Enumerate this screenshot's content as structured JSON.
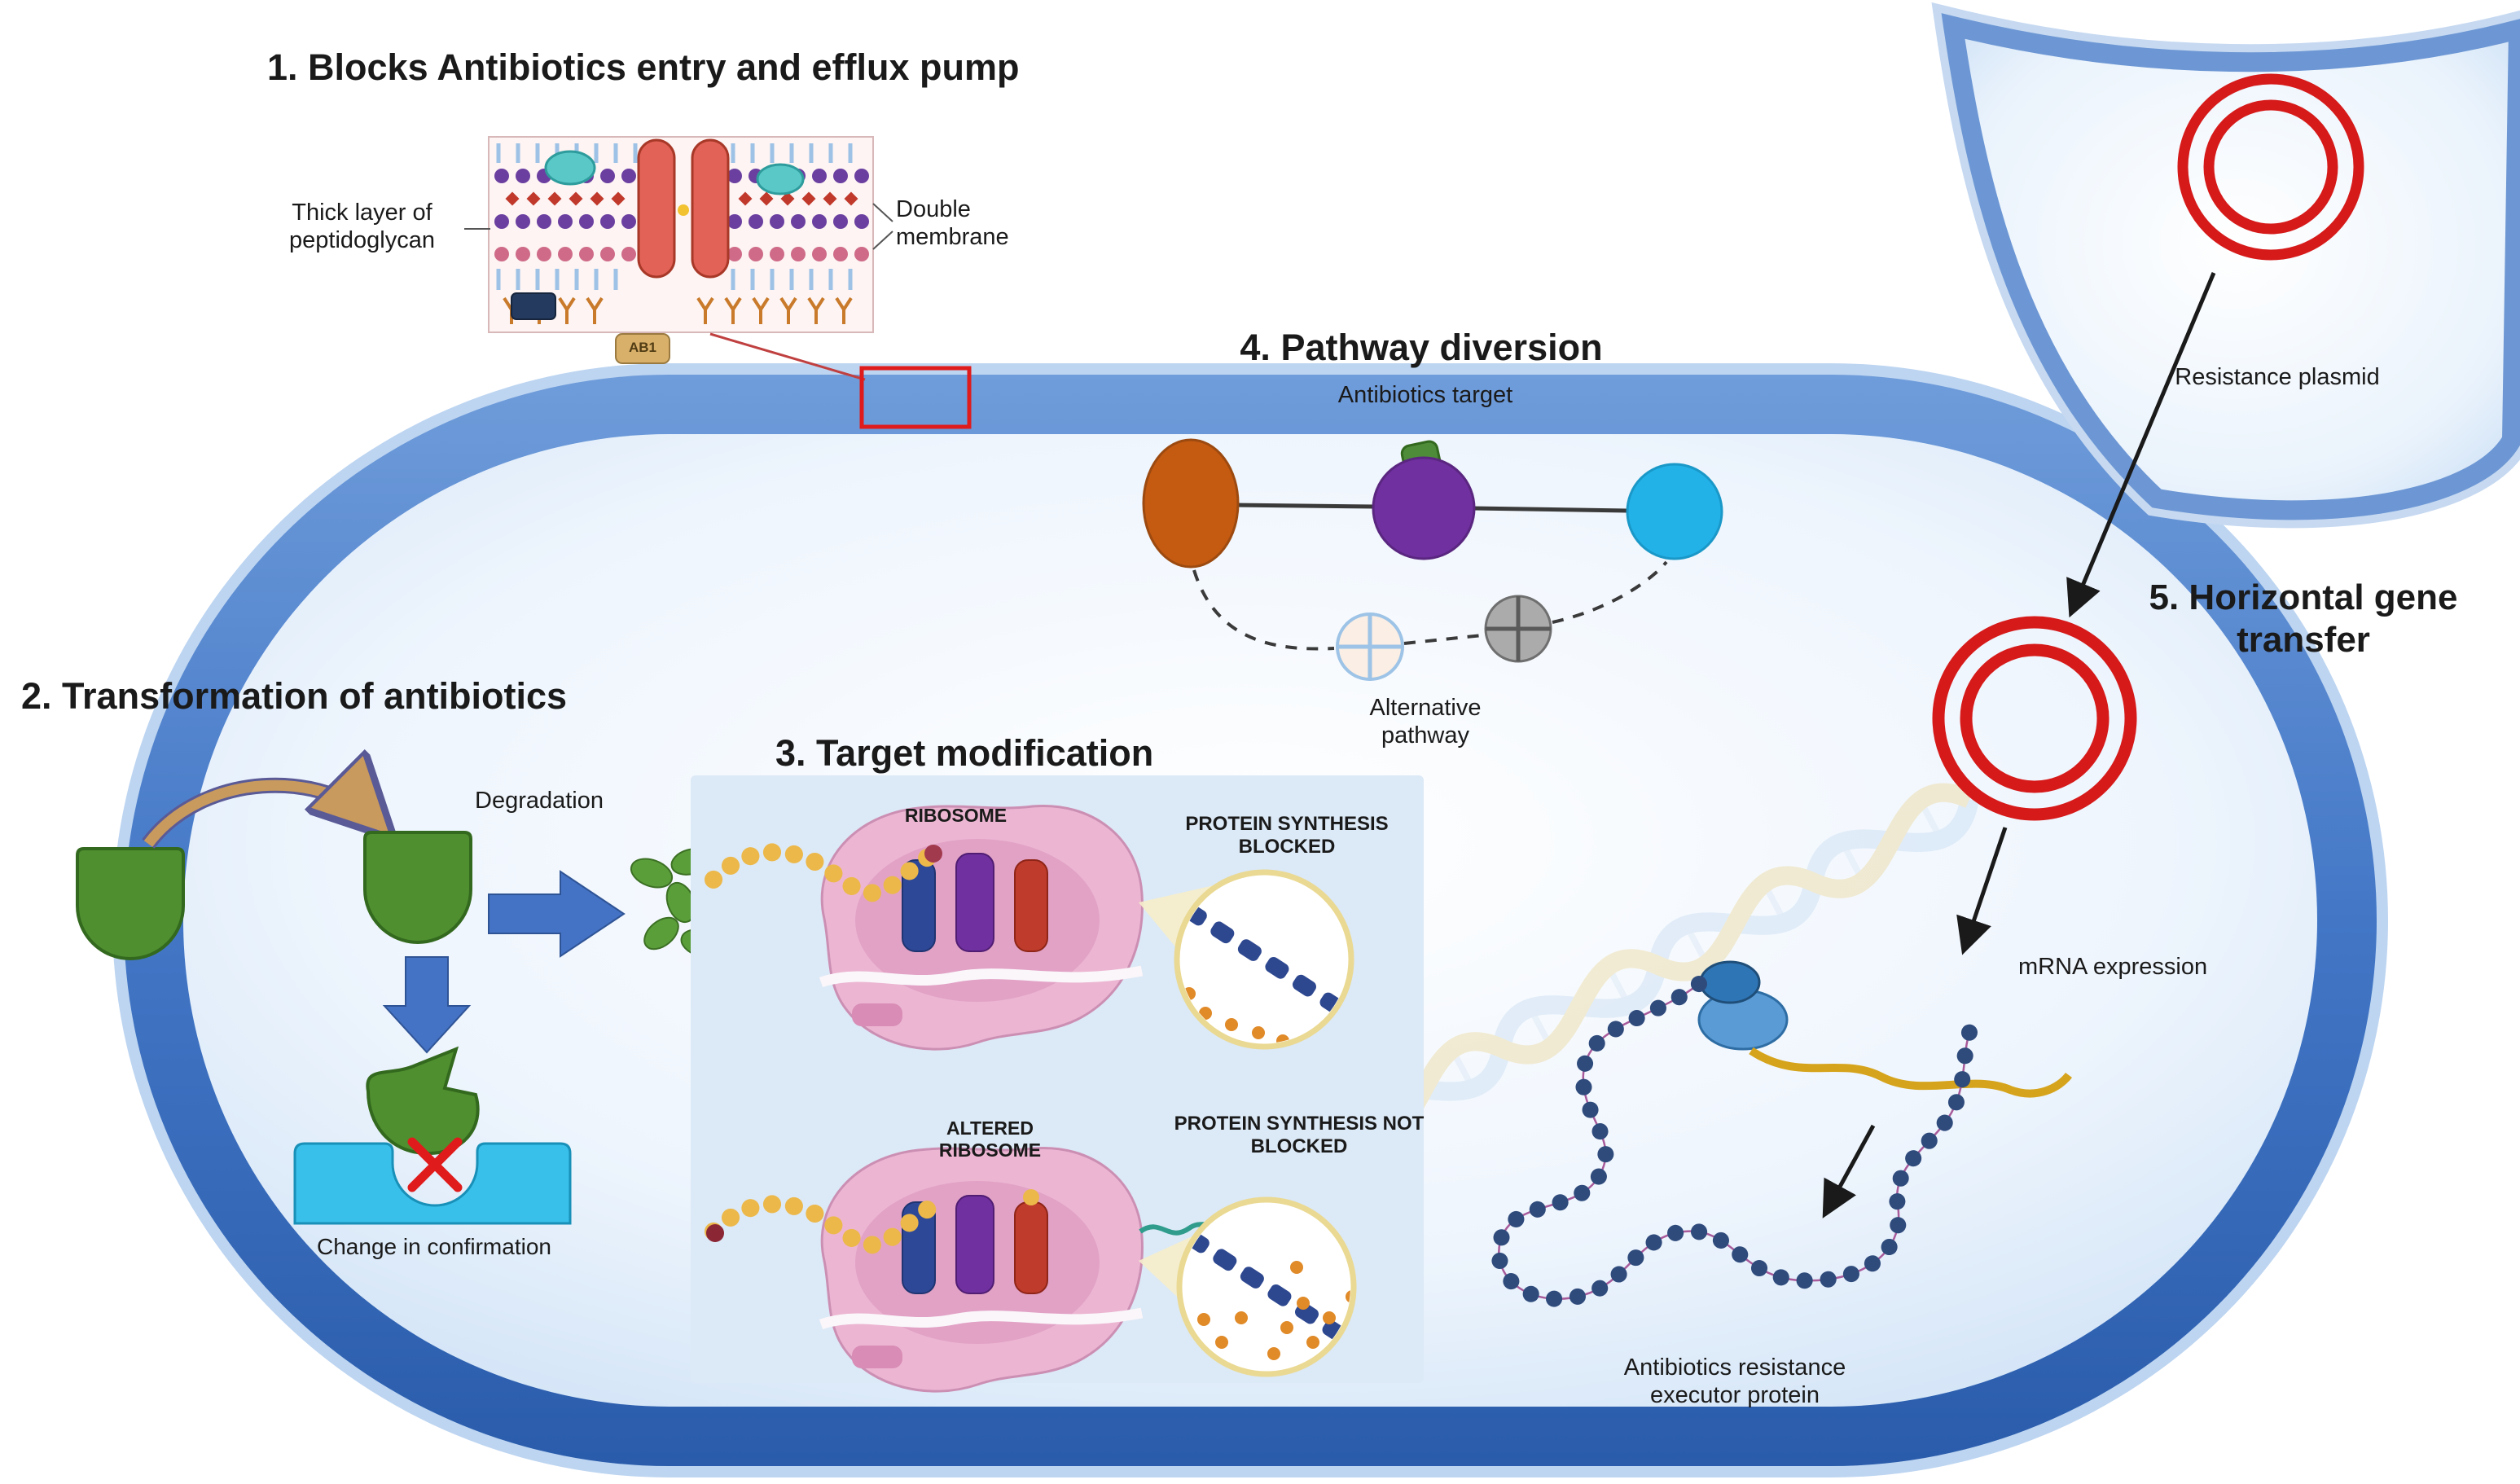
{
  "figure": {
    "type": "biology-diagram",
    "subject": "Mechanisms of antibiotic resistance in a bacterial cell"
  },
  "sections": {
    "s1": {
      "title": "1. Blocks Antibiotics entry and efflux pump",
      "peptidoglycan_label": "Thick layer of\npeptidoglycan",
      "membrane_label": "Double\nmembrane",
      "ab1": "AB1"
    },
    "s2": {
      "title": "2. Transformation of antibiotics",
      "degradation": "Degradation",
      "change": "Change in confirmation"
    },
    "s3": {
      "title": "3. Target modification",
      "ribosome": "RIBOSOME",
      "blocked": "PROTEIN SYNTHESIS\nBLOCKED",
      "altered": "ALTERED\nRIBOSOME",
      "not_blocked": "PROTEIN SYNTHESIS NOT\nBLOCKED"
    },
    "s4": {
      "title": "4. Pathway diversion",
      "target": "Antibiotics target",
      "alternative": "Alternative\npathway"
    },
    "s5": {
      "title": "5. Horizontal gene\ntransfer",
      "plasmid": "Resistance plasmid",
      "mrna": "mRNA expression",
      "protein": "Antibiotics resistance\nexecutor protein"
    }
  },
  "colors": {
    "cell_blue": "#3b6cc0",
    "plasmid_red": "#d61a1a",
    "antibiotic_green": "#4f8f2f",
    "arrow_blue": "#4472c4",
    "receptor_cyan": "#38c0ea",
    "node_orange": "#c55a11",
    "node_purple": "#7030a0",
    "node_cyan": "#22b2e8",
    "ribosome_pink": "#ecb6d2",
    "bead_yellow": "#ecb84a",
    "protein_navy": "#2f4b7c",
    "mrna_yellow": "#d6a41c"
  }
}
